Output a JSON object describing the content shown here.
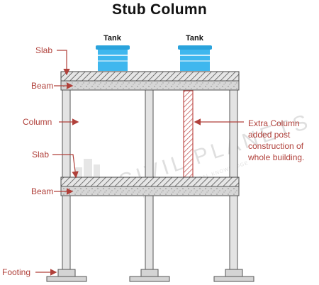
{
  "title": "Stub Column",
  "tanks": [
    "Tank",
    "Tank"
  ],
  "labels": {
    "slab_top": "Slab",
    "beam_top": "Beam",
    "column": "Column",
    "slab_mid": "Slab",
    "beam_mid": "Beam",
    "footing": "Footing"
  },
  "note_lines": [
    "Extra Column",
    "added post",
    "construction of",
    "whole building."
  ],
  "watermark": {
    "main": "CIVIL PLANETS",
    "sub": "THEORY VS PRACTICAL KNOWLEDGE"
  },
  "colors": {
    "label": "#b0403a",
    "tank": "#3fb7ee",
    "beam": "#d4d4d4",
    "column": "#e3e3e3",
    "stub": "#c0504d"
  }
}
